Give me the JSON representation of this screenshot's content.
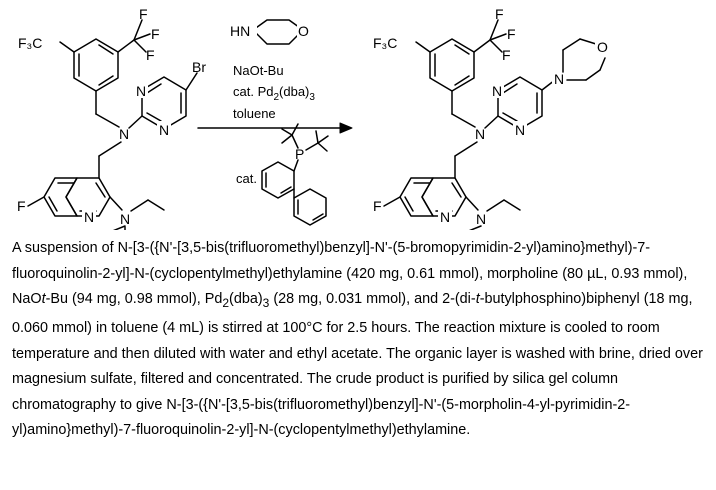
{
  "scheme": {
    "reagents": {
      "amine_label": "HN",
      "amine_oxygen": "O",
      "base": "NaOt-Bu",
      "catalyst_prefix": "cat. Pd",
      "catalyst_sub1": "2",
      "catalyst_mid": "(dba)",
      "catalyst_sub2": "3",
      "solvent": "toluene",
      "ligand_prefix": "cat.",
      "ligand_p": "P"
    },
    "reactant_atoms": {
      "cf3_left": "F₃C",
      "cf3_right_f_top": "F",
      "cf3_right_f_mid": "F",
      "cf3_right_f_bot": "F",
      "br": "Br",
      "n_benzyl": "N",
      "n_pyr1": "N",
      "n_pyr2": "N",
      "n_quin": "N",
      "n_amine": "N",
      "f": "F"
    },
    "product_atoms": {
      "cf3_left": "F₃C",
      "cf3_right_f_top": "F",
      "cf3_right_f_mid": "F",
      "cf3_right_f_bot": "F",
      "n_morph": "N",
      "o_morph": "O",
      "n_benzyl": "N",
      "n_pyr1": "N",
      "n_pyr2": "N",
      "n_quin": "N",
      "n_amine": "N",
      "f": "F"
    }
  },
  "procedure": {
    "parts": [
      "A suspension of  N-[3-({N'-[3,5-bis(trifluoromethyl)benzyl]-N'-(5-bromopyrimidin-2-yl)amino}methyl)-7-fluoroquinolin-2-yl]-N-(cyclopentylmethyl)ethylamine (420 mg, 0.61 mmol), morpholine (80 ",
      "µ",
      "L, 0.93 mmol), NaO",
      "t",
      "-Bu (94 mg, 0.98 mmol), Pd",
      "2",
      "(dba)",
      "3",
      " (28 mg, 0.031 mmol), and 2-(di-",
      "t",
      "-butylphosphino)biphenyl (18 mg, 0.060 mmol) in toluene (4 mL) is stirred at 100°C for 2.5 hours. The reaction mixture is cooled to room temperature and then diluted with water and ethyl acetate. The organic layer is washed with brine, dried over magnesium sulfate, filtered and concentrated. The crude product is purified by silica gel column chromatography to give N-[3-({N'-[3,5-bis(trifluoromethyl)benzyl]-N'-(5-morpholin-4-yl-pyrimidin-2-yl)amino}methyl)-7-fluoroquinolin-2-yl]-N-(cyclopentylmethyl)ethylamine."
    ]
  }
}
